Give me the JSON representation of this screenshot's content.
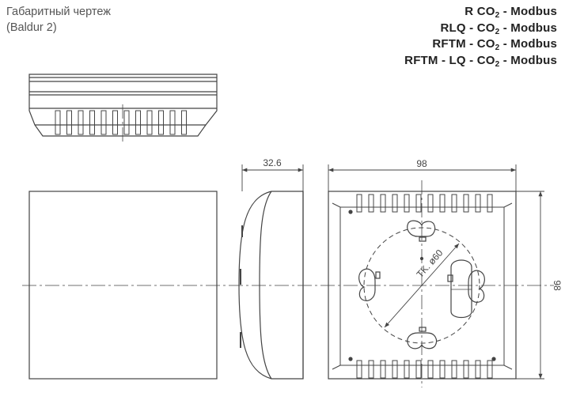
{
  "title": {
    "line1": "Габаритный чертеж",
    "line2": "(Baldur 2)"
  },
  "models": [
    {
      "prefix": "R CO",
      "sub": "2",
      "suffix": " - Modbus"
    },
    {
      "prefix": "RLQ - CO",
      "sub": "2",
      "suffix": " - Modbus"
    },
    {
      "prefix": "RFTM - CO",
      "sub": "2",
      "suffix": " - Modbus"
    },
    {
      "prefix": "RFTM - LQ - CO",
      "sub": "2",
      "suffix": " - Modbus"
    }
  ],
  "dimensions": {
    "depth": "32.6",
    "width": "98",
    "height": "98",
    "mount_circle": "TK. ø60"
  },
  "colors": {
    "line": "#444444",
    "text": "#333333"
  }
}
